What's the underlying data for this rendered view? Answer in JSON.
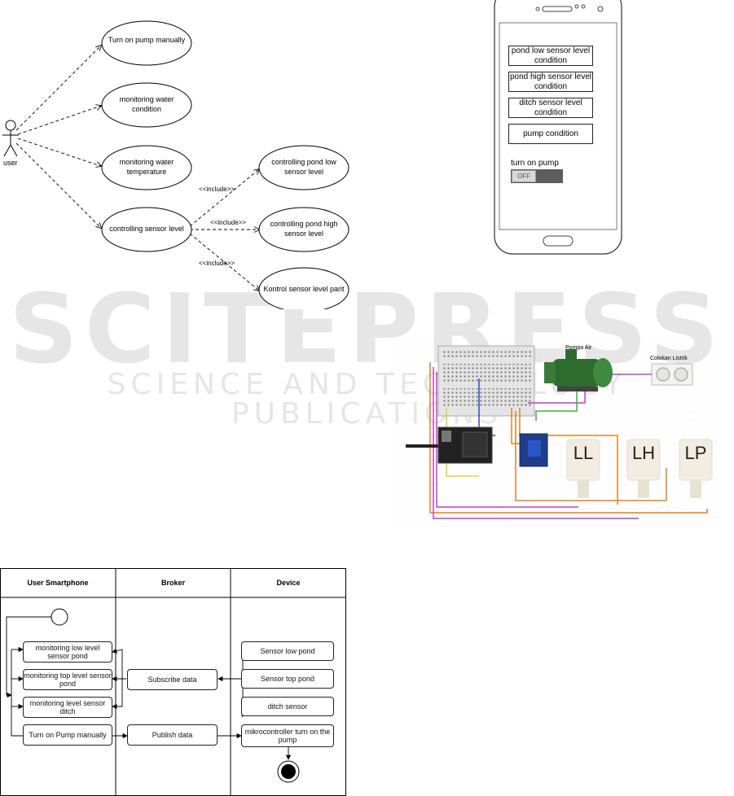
{
  "watermark": {
    "big": "SCITEPRESS",
    "small": "SCIENCE AND TECHNOLOGY PUBLICATIONS"
  },
  "usecase": {
    "actor": "user",
    "cases": [
      "Turn on pump manually",
      "monitoring water condition",
      "monitoring water temperature",
      "controlling sensor level"
    ],
    "includes": [
      "controlling pond low sensor level",
      "controlling pond high sensor level",
      "Kontrol sensor level parit"
    ],
    "include_label": "<<include>>"
  },
  "phone": {
    "buttons": [
      "pond low sensor level condition",
      "pond high sensor level condition",
      "ditch sensor level condition",
      "pump condition"
    ],
    "toggle_label": "turn on pump",
    "toggle_state": "OFF"
  },
  "wiring": {
    "pump_label": "Pompa Air",
    "socket_label": "Colokan Listrik",
    "sensors": [
      "LL",
      "LH",
      "LP"
    ]
  },
  "activity": {
    "lanes": [
      "User Smartphone",
      "Broker",
      "Device"
    ],
    "user_items": [
      "monitoring low level sensor pond",
      "monitoring top level sensor pond",
      "monitoring level sensor ditch",
      "Turn on Pump manually"
    ],
    "broker_items": [
      "Subscribe data",
      "Publish data"
    ],
    "device_items": [
      "Sensor low pond",
      "Sensor top pond",
      "ditch sensor",
      "mikrocontroller turn on the pump"
    ]
  }
}
